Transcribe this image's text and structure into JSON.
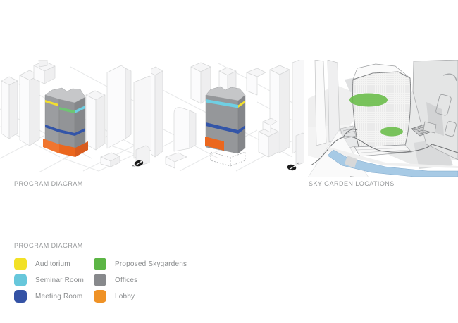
{
  "captions": {
    "program_diagram": "PROGRAM DIAGRAM",
    "sky_garden_locations": "SKY GARDEN LOCATIONS"
  },
  "legend": {
    "title": "PROGRAM DIAGRAM",
    "items": [
      {
        "label": "Auditorium",
        "color": "#F2E126"
      },
      {
        "label": "Seminar Room",
        "color": "#67C7DB"
      },
      {
        "label": "Meeting Room",
        "color": "#3452A5"
      },
      {
        "label": "Proposed Skygardens",
        "color": "#5CB545"
      },
      {
        "label": "Offices",
        "color": "#87898C"
      },
      {
        "label": "Lobby",
        "color": "#EF9226"
      }
    ]
  },
  "colors": {
    "auditorium": "#F2DF2E",
    "seminar_room": "#6FCFE3",
    "meeting_room": "#3355A8",
    "skygarden_band": "#6FC473",
    "skygarden_render": "#68BC47",
    "lobby_band": "#EB671E",
    "offices_face": "#929497",
    "river": "#A7CAE5"
  }
}
